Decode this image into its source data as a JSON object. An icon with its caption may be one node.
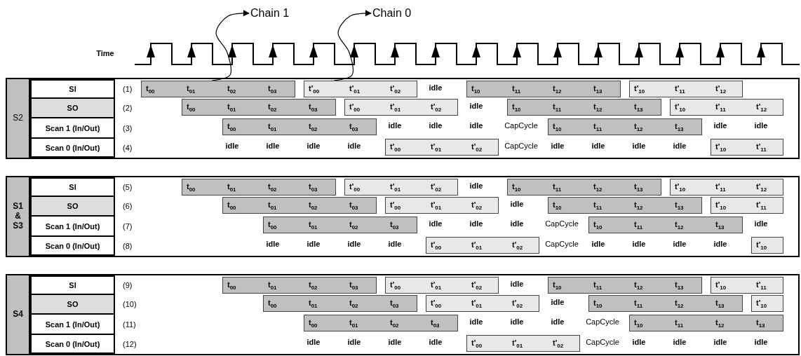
{
  "diagram": {
    "nodes": [
      {
        "text": [
          "Chain 1"
        ]
      },
      {
        "text": [
          "Chain 0"
        ]
      },
      {
        "text": [
          "S2"
        ]
      },
      {
        "text": [
          "SI"
        ],
        "in": 2,
        "beside": [
          "(1)"
        ]
      },
      {
        "text": [
          "SO"
        ],
        "in": 2,
        "beside": [
          "(2)"
        ]
      },
      {
        "text": [
          "Scan 1 (In/Out)"
        ],
        "in": 2,
        "beside": [
          "(3)"
        ]
      },
      {
        "text": [
          "Scan 0 (In/Out)"
        ],
        "in": 2,
        "beside": [
          "(4)"
        ]
      },
      {
        "text": [
          "t$_{00}$",
          "t$_{01}$",
          "t$_{02}$",
          "t$_{03}$"
        ],
        "in": 2
      },
      {
        "text": [
          "t'$_{00}$",
          "t'$_{01}$",
          "t'$_{02}$"
        ],
        "in": 2
      },
      {
        "text": [
          "t$_{10}$",
          "t$_{11}$",
          "t$_{12}$",
          "t$_{13}$"
        ],
        "in": 2
      },
      {
        "text": [
          "t'$_{10}$",
          "t'$_{11}$",
          "t'$_{12}$"
        ],
        "in": 2
      },
      {
        "text": [
          "t$_{00}$",
          "t$_{01}$",
          "t$_{02}$",
          "t$_{03}$"
        ],
        "in": 2
      },
      {
        "text": [
          "t'$_{00}$",
          "t'$_{01}$",
          "t'$_{02}$"
        ],
        "in": 2
      },
      {
        "text": [
          "t$_{10}$",
          "t$_{11}$",
          "t$_{12}$",
          "t$_{13}$"
        ],
        "in": 2
      },
      {
        "text": [
          "t'$_{10}$",
          "t'$_{11}$",
          "t'$_{12}$"
        ],
        "in": 2
      },
      {
        "text": [
          "t$_{00}$",
          "t$_{01}$",
          "t$_{02}$",
          "t$_{03}$"
        ],
        "in": 2
      },
      {
        "text": [
          "t$_{10}$",
          "t$_{11}$",
          "t$_{12}$",
          "t$_{13}$"
        ],
        "in": 2
      },
      {
        "text": [
          "t'$_{00}$",
          "t'$_{01}$",
          "t'$_{02}$"
        ],
        "in": 2
      },
      {
        "text": [
          "t'$_{10}$",
          "t'$_{11}$"
        ],
        "in": 2
      },
      {
        "text": [
          "S1 & S3"
        ]
      },
      {
        "text": [
          "SI"
        ],
        "in": 19,
        "beside": [
          "(5)"
        ]
      },
      {
        "text": [
          "SO"
        ],
        "in": 19,
        "beside": [
          "(6)"
        ]
      },
      {
        "text": [
          "Scan 1 (In/Out)"
        ],
        "in": 19,
        "beside": [
          "(7)"
        ]
      },
      {
        "text": [
          "Scan 0 (In/Out)"
        ],
        "in": 19,
        "beside": [
          "(8)"
        ]
      },
      {
        "text": [
          "t$_{00}$",
          "t$_{01}$",
          "t$_{02}$",
          "t$_{03}$"
        ],
        "in": 19
      },
      {
        "text": [
          "t'$_{00}$",
          "t'$_{01}$",
          "t'$_{02}$"
        ],
        "in": 19
      },
      {
        "text": [
          "t$_{10}$",
          "t$_{11}$",
          "t$_{12}$",
          "t$_{13}$"
        ],
        "in": 19
      },
      {
        "text": [
          "t'$_{10}$",
          "t'$_{11}$",
          "t'$_{12}$"
        ],
        "in": 19
      },
      {
        "text": [
          "t$_{00}$",
          "t$_{01}$",
          "t$_{02}$",
          "t$_{03}$"
        ],
        "in": 19
      },
      {
        "text": [
          "t'$_{00}$",
          "t'$_{01}$",
          "t'$_{02}$"
        ],
        "in": 19
      },
      {
        "text": [
          "t$_{10}$",
          "t$_{11}$",
          "t$_{12}$",
          "t$_{13}$"
        ],
        "in": 19
      },
      {
        "text": [
          "t'$_{10}$",
          "t'$_{11}$"
        ],
        "in": 19
      },
      {
        "text": [
          "t$_{00}$",
          "t$_{01}$",
          "t$_{02}$",
          "t$_{03}$"
        ],
        "in": 19
      },
      {
        "text": [
          "t$_{10}$",
          "t$_{11}$",
          "t$_{12}$",
          "t$_{13}$"
        ],
        "in": 19
      },
      {
        "text": [
          "t'$_{00}$",
          "t'$_{01}$",
          "t'$_{02}$"
        ],
        "in": 19
      },
      {
        "text": [
          "t'$_{10}$"
        ],
        "in": 19
      },
      {
        "text": [
          "S4"
        ]
      },
      {
        "text": [
          "SI"
        ],
        "in": 36,
        "beside": [
          "(9)"
        ]
      },
      {
        "text": [
          "SO"
        ],
        "in": 36,
        "beside": [
          "(10)"
        ]
      },
      {
        "text": [
          "Scan 1 (In/Out)"
        ],
        "in": 36,
        "beside": [
          "(11)"
        ]
      },
      {
        "text": [
          "Scan 0 (In/Out)"
        ],
        "in": 36,
        "beside": [
          "(12)"
        ]
      },
      {
        "text": [
          "t$_{00}$",
          "t$_{01}$",
          "t$_{02}$",
          "t$_{03}$"
        ],
        "in": 36
      },
      {
        "text": [
          "t'$_{00}$",
          "t'$_{01}$",
          "t'$_{02}$"
        ],
        "in": 36
      },
      {
        "text": [
          "t$_{10}$",
          "t$_{11}$",
          "t$_{12}$",
          "t$_{13}$"
        ],
        "in": 36
      },
      {
        "text": [
          "t'$_{10}$",
          "t'$_{11}$"
        ],
        "in": 36
      },
      {
        "text": [
          "t$_{00}$",
          "t$_{01}$",
          "t$_{02}$",
          "t$_{03}$"
        ],
        "in": 36
      },
      {
        "text": [
          "t'$_{00}$",
          "t'$_{01}$",
          "t'$_{02}$"
        ],
        "in": 36
      },
      {
        "text": [
          "t$_{10}$",
          "t$_{11}$",
          "t$_{12}$",
          "t$_{13}$"
        ],
        "in": 36
      },
      {
        "text": [
          "t'$_{10}$"
        ],
        "in": 36
      },
      {
        "text": [
          "t$_{00}$",
          "t$_{01}$",
          "t$_{02}$",
          "t$_{03}$"
        ],
        "in": 36
      },
      {
        "text": [
          "t$_{10}$",
          "t$_{11}$",
          "t$_{12}$",
          "t$_{13}$"
        ],
        "in": 36
      },
      {
        "text": [
          "t'$_{00}$",
          "t'$_{01}$",
          "t'$_{02}$"
        ],
        "in": 36
      }
    ],
    "edges": [
      {
        "from": 7,
        "to": 0,
        "arrow": "to"
      },
      {
        "from": 8,
        "to": 1,
        "arrow": "to"
      }
    ],
    "labels": [
      "Time",
      "idle",
      "idle",
      "idle",
      "idle",
      "idle",
      "CapCycle",
      "idle",
      "idle",
      "idle",
      "idle",
      "idle",
      "idle",
      "CapCycle",
      "idle",
      "idle",
      "idle",
      "idle",
      "idle",
      "idle",
      "idle",
      "idle",
      "idle",
      "CapCycle",
      "idle",
      "idle",
      "idle",
      "idle",
      "idle",
      "CapCycle",
      "idle",
      "idle",
      "idle",
      "idle",
      "idle",
      "idle",
      "idle",
      "idle",
      "idle",
      "CapCycle",
      "idle",
      "idle",
      "idle",
      "idle",
      "CapCycle",
      "idle",
      "idle",
      "idle",
      "idle"
    ]
  }
}
